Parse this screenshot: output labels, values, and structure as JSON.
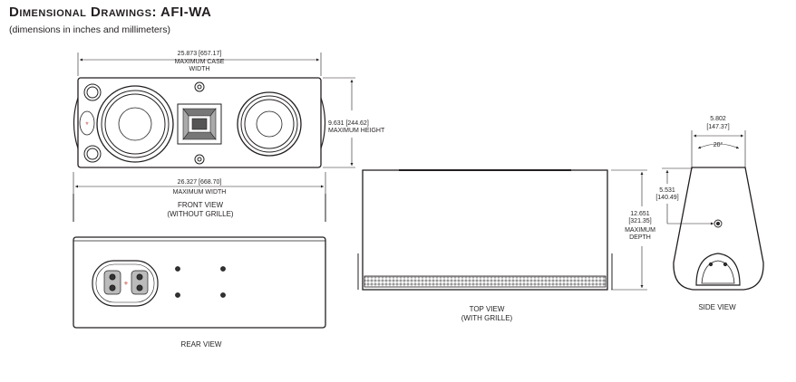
{
  "title": "Dimensional Drawings: AFI-WA",
  "subtitle": "(dimensions in inches and millimeters)",
  "front": {
    "case_width_value": "25.873  [657.17]",
    "case_width_label_1": "MAXIMUM  CASE",
    "case_width_label_2": "WIDTH",
    "height_value": "9.631  [244.62]",
    "height_label": "MAXIMUM  HEIGHT",
    "width_value": "26.327  [668.70]",
    "width_label": "MAXIMUM  WIDTH",
    "view_label_1": "FRONT VIEW",
    "view_label_2": "(WITHOUT GRILLE)"
  },
  "rear": {
    "view_label": "REAR VIEW"
  },
  "top": {
    "depth_value_1": "12.651",
    "depth_value_2": "[321.35]",
    "depth_label_1": "MAXIMUM",
    "depth_label_2": "DEPTH",
    "view_label_1": "TOP VIEW",
    "view_label_2": "(WITH GRILLE)"
  },
  "side": {
    "width_value_1": "5.802",
    "width_value_2": "[147.37]",
    "angle_label": "20°",
    "mount_value_1": "5.531",
    "mount_value_2": "[140.49]",
    "view_label": "SIDE VIEW"
  }
}
